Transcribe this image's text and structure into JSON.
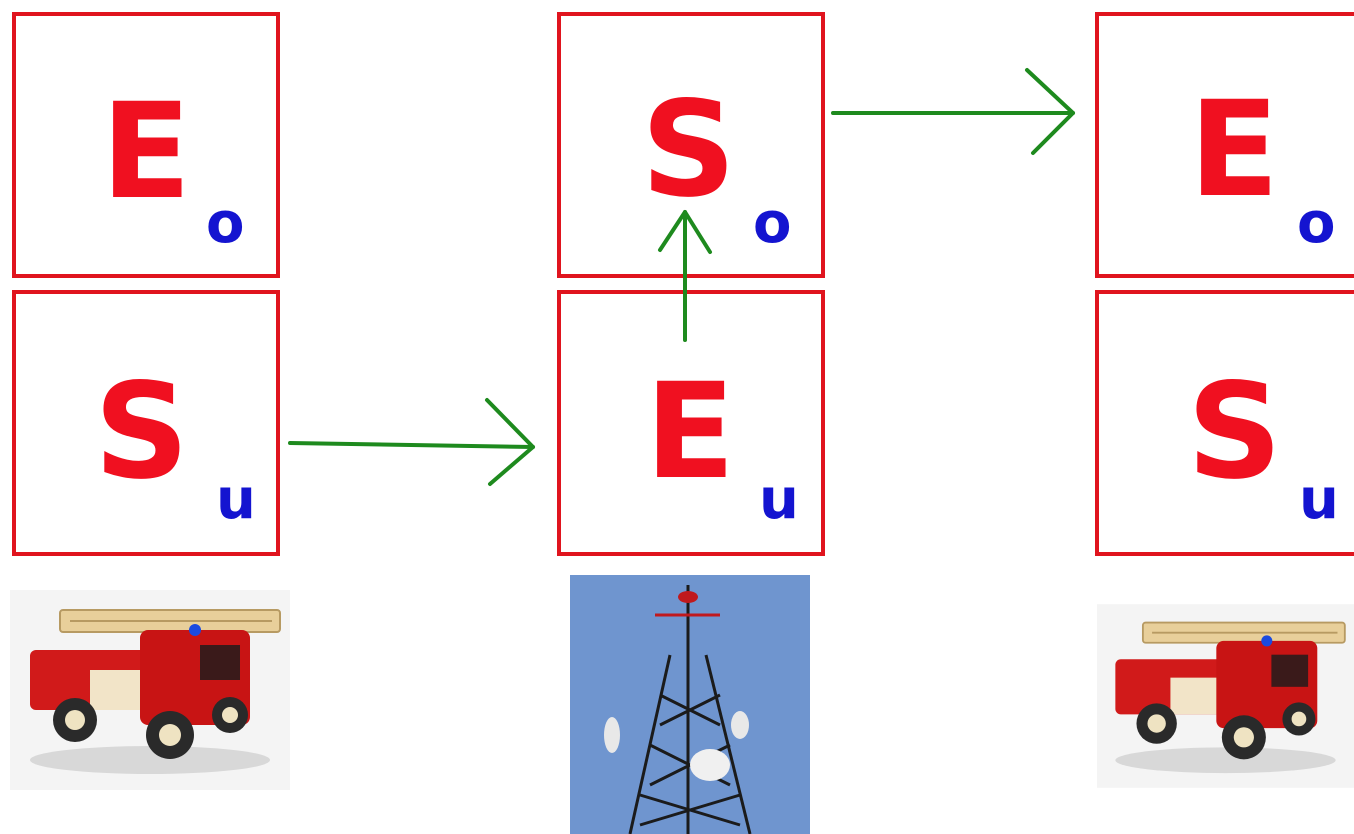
{
  "columns": [
    {
      "top": {
        "letter": "E",
        "sub": "o"
      },
      "bottom": {
        "letter": "S",
        "sub": "u"
      },
      "image": "fire-truck"
    },
    {
      "top": {
        "letter": "S",
        "sub": "o"
      },
      "bottom": {
        "letter": "E",
        "sub": "u"
      },
      "image": "antenna-tower"
    },
    {
      "top": {
        "letter": "E",
        "sub": "o"
      },
      "bottom": {
        "letter": "S",
        "sub": "u"
      },
      "image": "fire-truck"
    }
  ],
  "colors": {
    "box_border": "#e0141e",
    "letter": "#f01020",
    "subscript": "#1414d0",
    "arrow": "#1e8a1e"
  }
}
